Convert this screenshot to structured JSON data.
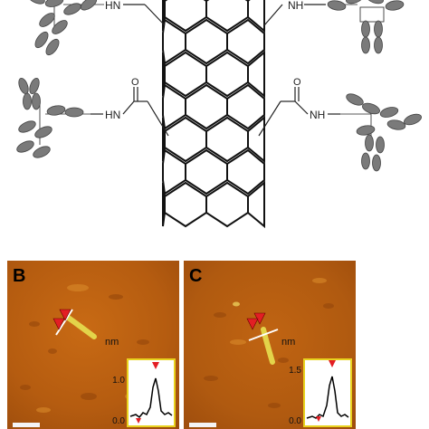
{
  "schematic": {
    "linker_labels": {
      "top_left": "HN",
      "top_right": "NH",
      "bottom_left": "HN",
      "bottom_right": "NH"
    },
    "carbonyl_labels": {
      "left": "O",
      "right": "O"
    }
  },
  "panels": {
    "b": {
      "letter": "B",
      "unit": "nm",
      "tick_top": "1.0",
      "tick_bottom": "0.0"
    },
    "c": {
      "letter": "C",
      "unit": "nm",
      "tick_top": "1.5",
      "tick_bottom": "0.0"
    }
  },
  "colors": {
    "afm_base": "#b55c10",
    "inset_border": "#e8d21e",
    "marker": "#e31e24",
    "antibody": "#7a7a7a"
  }
}
